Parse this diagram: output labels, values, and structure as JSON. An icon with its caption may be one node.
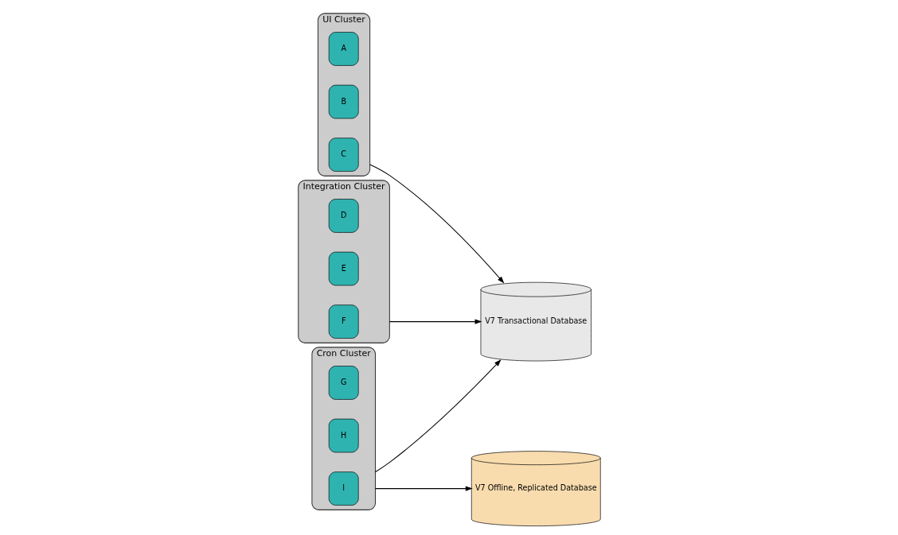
{
  "diagram": {
    "nodes": [
      {
        "text": [
          "UI Cluster"
        ]
      },
      {
        "text": [
          "A"
        ],
        "in": 0
      },
      {
        "text": [
          "B"
        ],
        "in": 0
      },
      {
        "text": [
          "C"
        ],
        "in": 0
      },
      {
        "text": [
          "Integration Cluster"
        ]
      },
      {
        "text": [
          "D"
        ],
        "in": 4
      },
      {
        "text": [
          "E"
        ],
        "in": 4
      },
      {
        "text": [
          "F"
        ],
        "in": 4
      },
      {
        "text": [
          "Cron Cluster"
        ]
      },
      {
        "text": [
          "G"
        ],
        "in": 8
      },
      {
        "text": [
          "H"
        ],
        "in": 8
      },
      {
        "text": [
          "I"
        ],
        "in": 8
      },
      {
        "text": [
          "V7 Transactional Database"
        ]
      },
      {
        "text": [
          "V7 Offline, Replicated Database"
        ]
      }
    ],
    "edges": [
      {
        "from": 0,
        "to": 12,
        "arrow": "to"
      },
      {
        "from": 4,
        "to": 12,
        "arrow": "to"
      },
      {
        "from": 8,
        "to": 12,
        "arrow": "to"
      },
      {
        "from": 8,
        "to": 13,
        "arrow": "to"
      }
    ]
  }
}
